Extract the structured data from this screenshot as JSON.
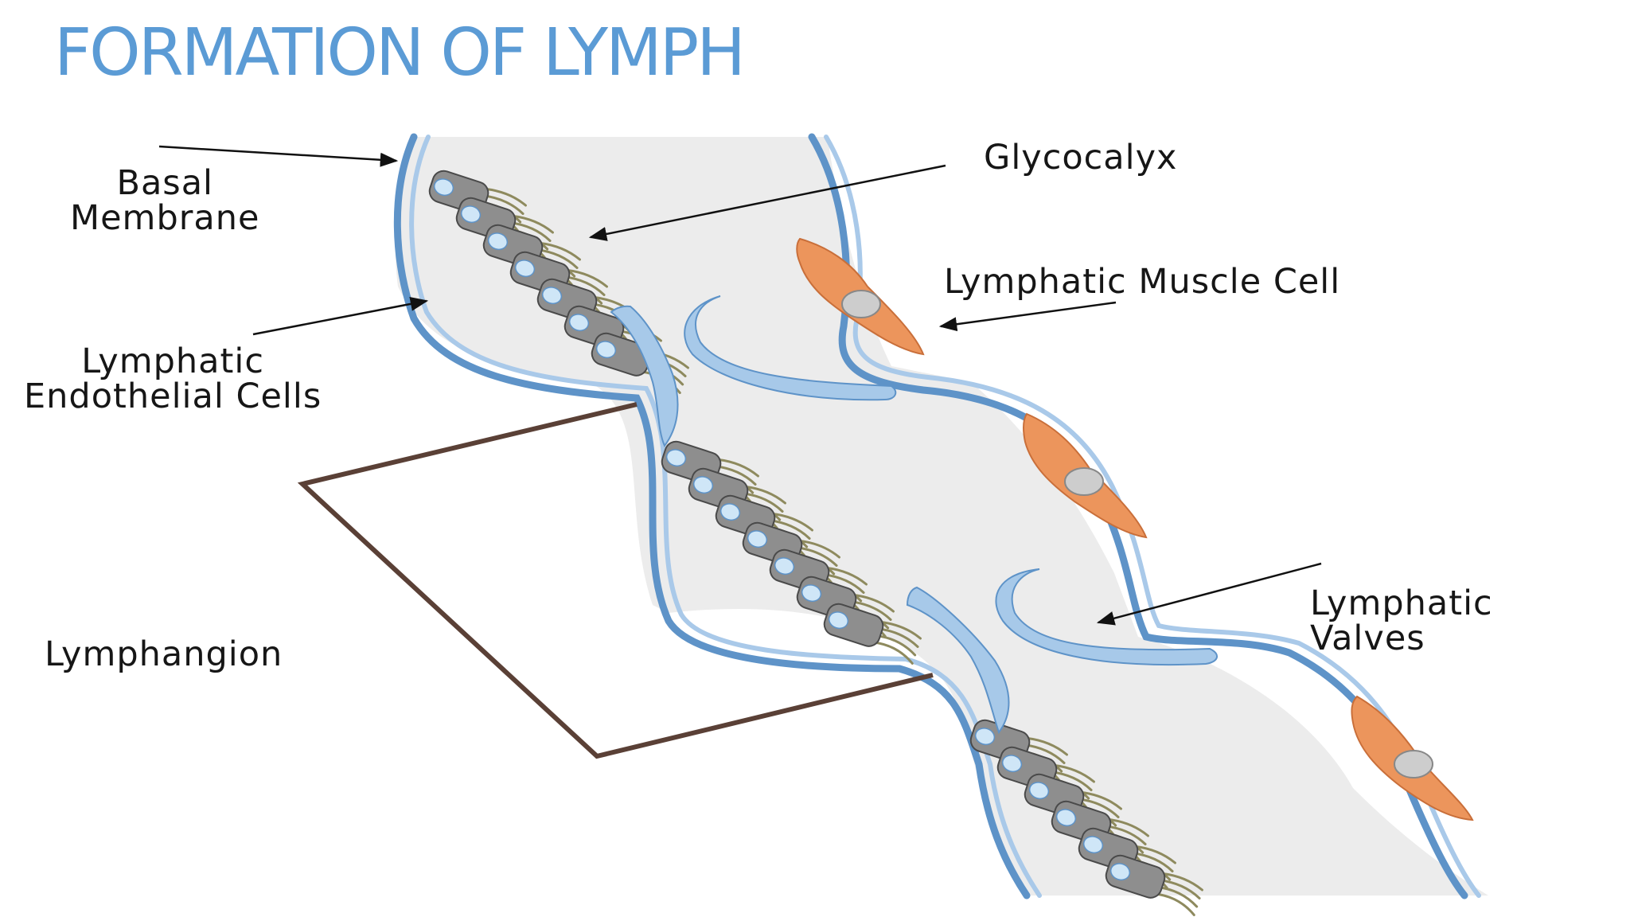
{
  "slide": {
    "title": "FORMATION OF LYMPH"
  },
  "diagram": {
    "labels": {
      "basal_membrane": [
        "Basal",
        "Membrane"
      ],
      "endothelial_cells": [
        "Lymphatic",
        "Endothelial Cells"
      ],
      "lymphangion": "Lymphangion",
      "glycocalyx": "Glycocalyx",
      "muscle_cell": "Lymphatic Muscle Cell",
      "valves": [
        "Lymphatic",
        "Valves"
      ]
    }
  },
  "colors": {
    "title": "#5b9bd5",
    "vessel_wall": "#5e93c8",
    "vessel_wall_light": "#a9c9e9",
    "lumen": "#ececec",
    "cell_body": "#8e8e8e",
    "cell_nucleus": "#cfe6f7",
    "glycocalyx": "#8e8a5e",
    "muscle_cell": "#ec955c",
    "muscle_nucleus": "#cdcdcd",
    "valve": "#a7c9e9",
    "bracket": "#5a4036",
    "arrow": "#111111"
  }
}
